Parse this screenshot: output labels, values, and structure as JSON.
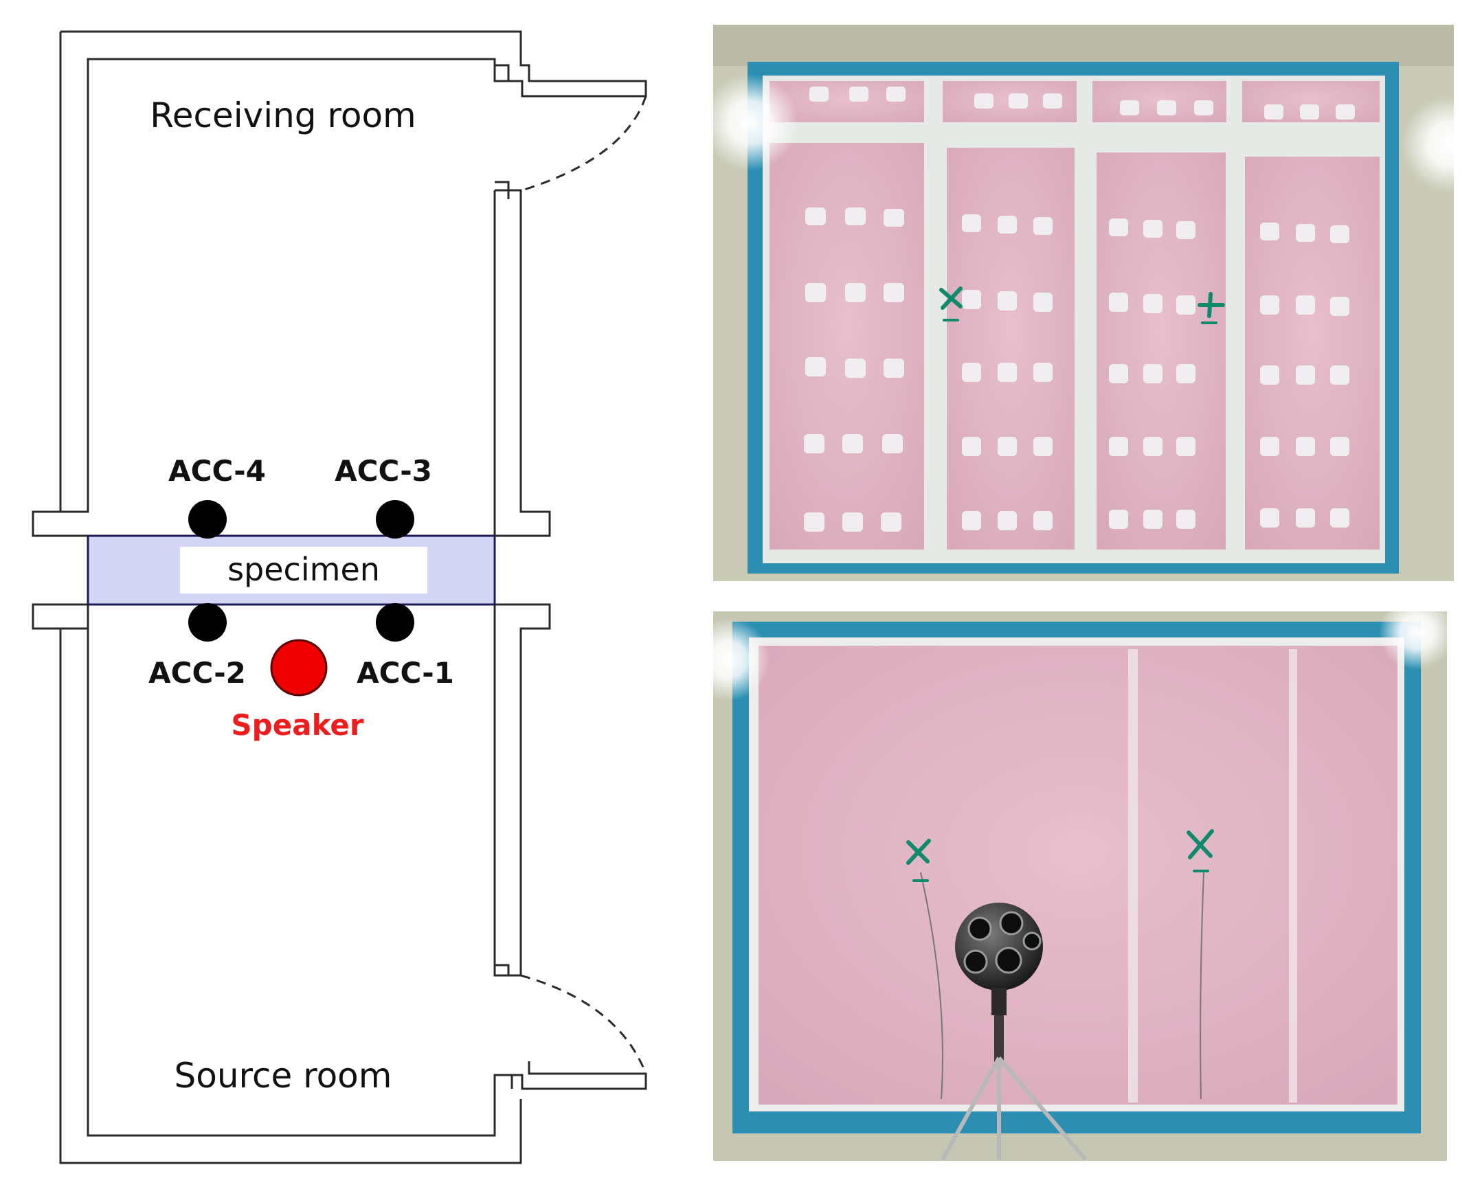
{
  "floor_plan": {
    "receiving_room_label": "Receiving room",
    "source_room_label": "Source room",
    "specimen_label": "specimen",
    "speaker_label": "Speaker",
    "accelerometers": [
      "ACC-4",
      "ACC-3",
      "ACC-2",
      "ACC-1"
    ]
  },
  "colors": {
    "specimen_fill": "#d5d5f6",
    "speaker": "#ee0000",
    "speaker_label": "#ee1c1c",
    "sensor": "#000000",
    "wall_stroke": "#2a2a2a",
    "panel_pink": "#d9a1b6",
    "frame_blue": "#2c8fb2",
    "marker_green": "#0f8a6a"
  },
  "photos": [
    {
      "view": "receiving-room side of specimen wall, panels with white patches and two green cross markers"
    },
    {
      "view": "source-room side of specimen wall with dodecahedron speaker on tripod and two green cross markers"
    }
  ]
}
